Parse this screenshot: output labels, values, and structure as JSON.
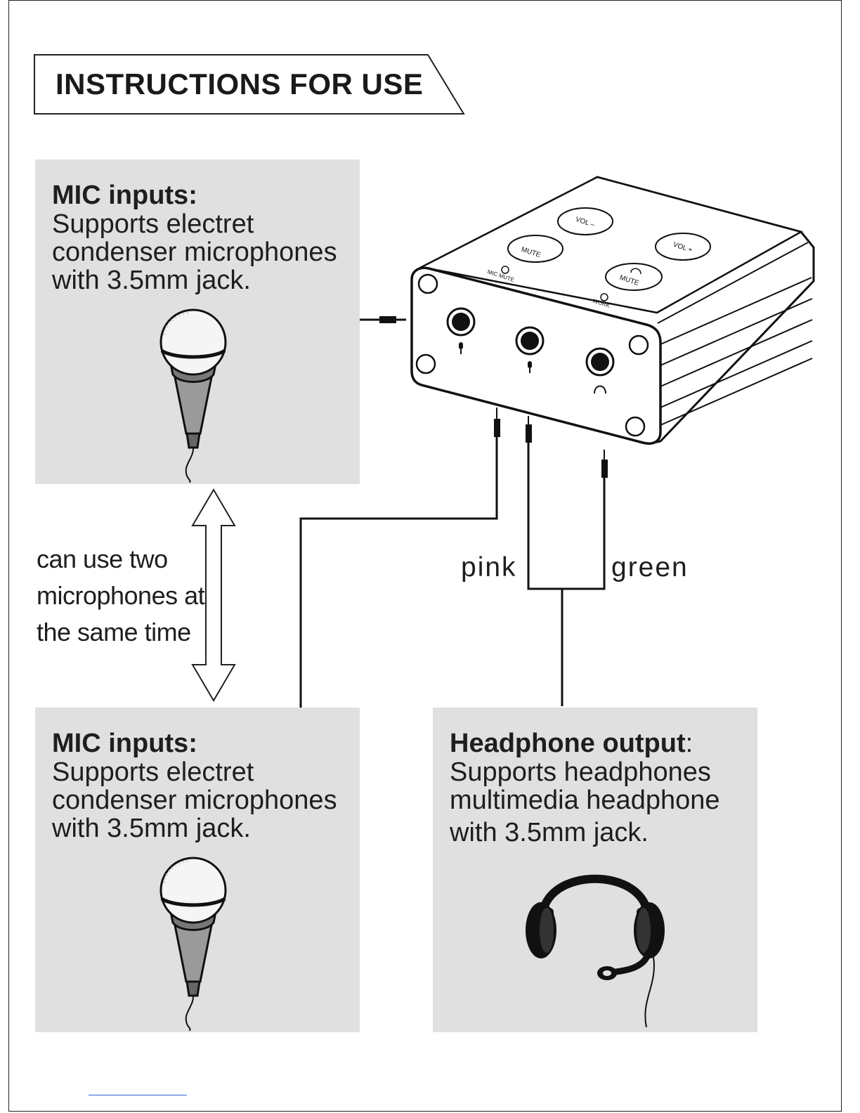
{
  "title": "INSTRUCTIONS FOR USE",
  "mic_panel_top": {
    "heading": "MIC inputs:",
    "lines": [
      "Supports electret",
      "condenser microphones",
      "with 3.5mm jack."
    ]
  },
  "mic_panel_bottom": {
    "heading": "MIC inputs:",
    "lines": [
      "Supports electret",
      "condenser microphones",
      "with 3.5mm jack."
    ]
  },
  "headphone_panel": {
    "heading": "Headphone output",
    "heading_suffix": ":",
    "lines": [
      "Supports headphones",
      "multimedia headphone",
      "with 3.5mm jack."
    ]
  },
  "side_note": [
    "can use two",
    "microphones at",
    "the same time"
  ],
  "wires": {
    "left_label": "pink",
    "right_label": "green"
  },
  "device": {
    "buttons": [
      "VOL –",
      "VOL +",
      "MUTE",
      "MUTE"
    ],
    "indicators": [
      "MIC MUTE",
      "WORK"
    ]
  },
  "colors": {
    "panel": "#e0e0e0",
    "line": "#1a1a1a"
  },
  "icons": [
    "microphone-icon",
    "headphones-icon",
    "double-arrow-icon",
    "mic-jack-icon",
    "headphone-jack-icon"
  ]
}
